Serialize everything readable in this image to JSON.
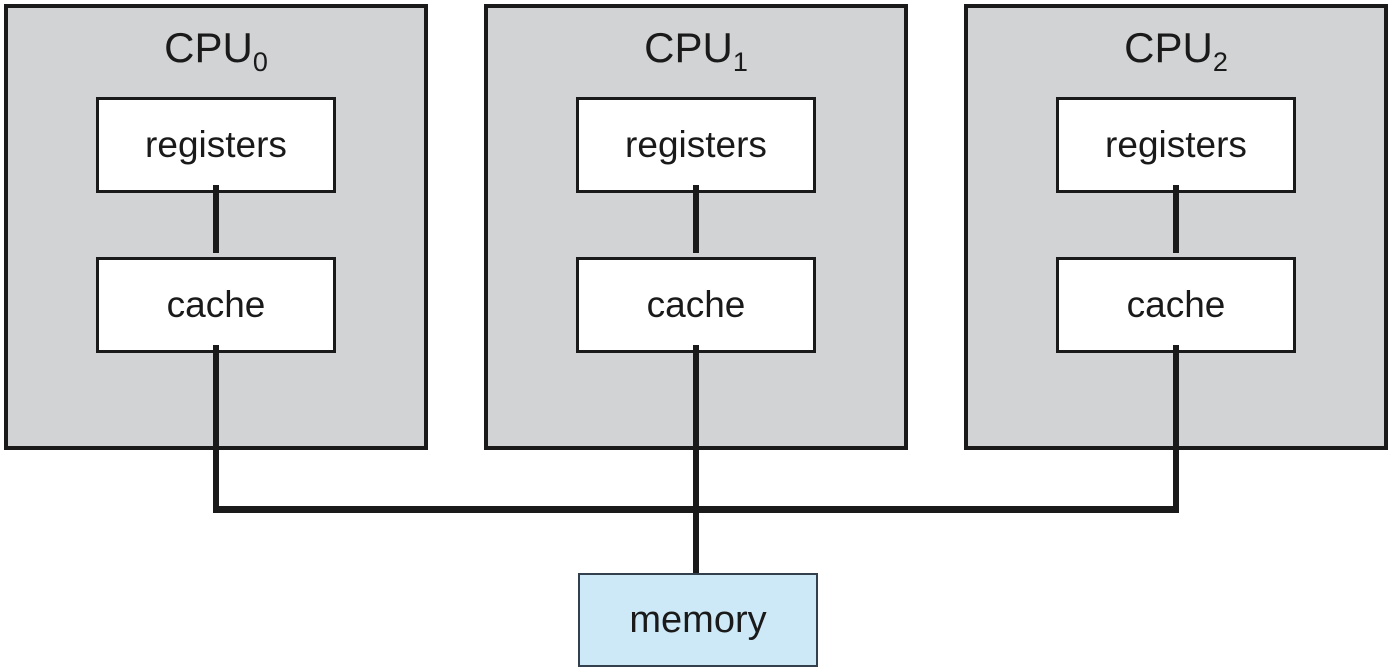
{
  "diagram": {
    "cpus": [
      {
        "label": "CPU",
        "subscript": "0",
        "registers": "registers",
        "cache": "cache"
      },
      {
        "label": "CPU",
        "subscript": "1",
        "registers": "registers",
        "cache": "cache"
      },
      {
        "label": "CPU",
        "subscript": "2",
        "registers": "registers",
        "cache": "cache"
      }
    ],
    "memory": {
      "label": "memory"
    },
    "colors": {
      "background": "#ffffff",
      "cpu_fill": "#d2d3d5",
      "line": "#1a1a1a",
      "inner_fill": "#ffffff",
      "memory_fill": "#cde9f8",
      "memory_border": "#33404d",
      "text": "#1a1a1a"
    }
  }
}
